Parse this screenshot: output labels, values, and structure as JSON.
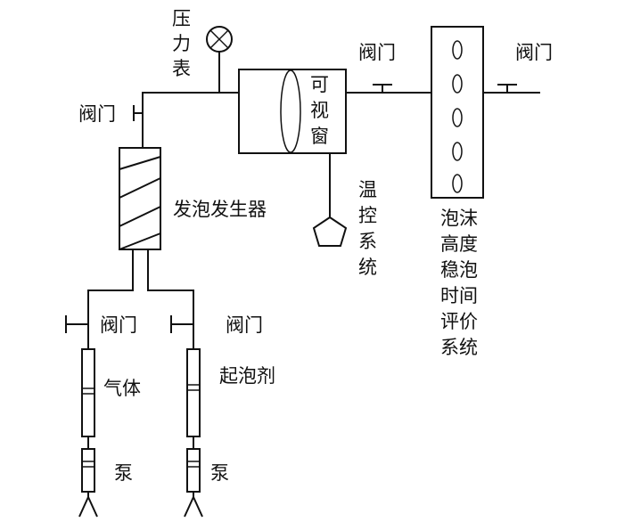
{
  "labels": {
    "pressure_gauge": [
      "压",
      "力",
      "表"
    ],
    "valve_left": "阀门",
    "valve_top_mid": "阀门",
    "valve_top_right": "阀门",
    "valve_gas": "阀门",
    "valve_foamer": "阀门",
    "sight_window": [
      "可",
      "视",
      "窗"
    ],
    "temp_control": [
      "温",
      "控",
      "系",
      "统"
    ],
    "foam_generator": "发泡发生器",
    "evaluation_system": [
      "泡沫",
      "高度",
      "稳泡",
      "时间",
      "评价",
      "系统"
    ],
    "gas": "气体",
    "foaming_agent": "起泡剂",
    "pump_left": "泵",
    "pump_right": "泵"
  },
  "colors": {
    "line": "#111111",
    "background": "#ffffff"
  },
  "icons": {
    "gauge": "pressure-gauge-icon",
    "thermostat": "pentagon-sensor-icon",
    "valve": "valve-t-icon"
  }
}
